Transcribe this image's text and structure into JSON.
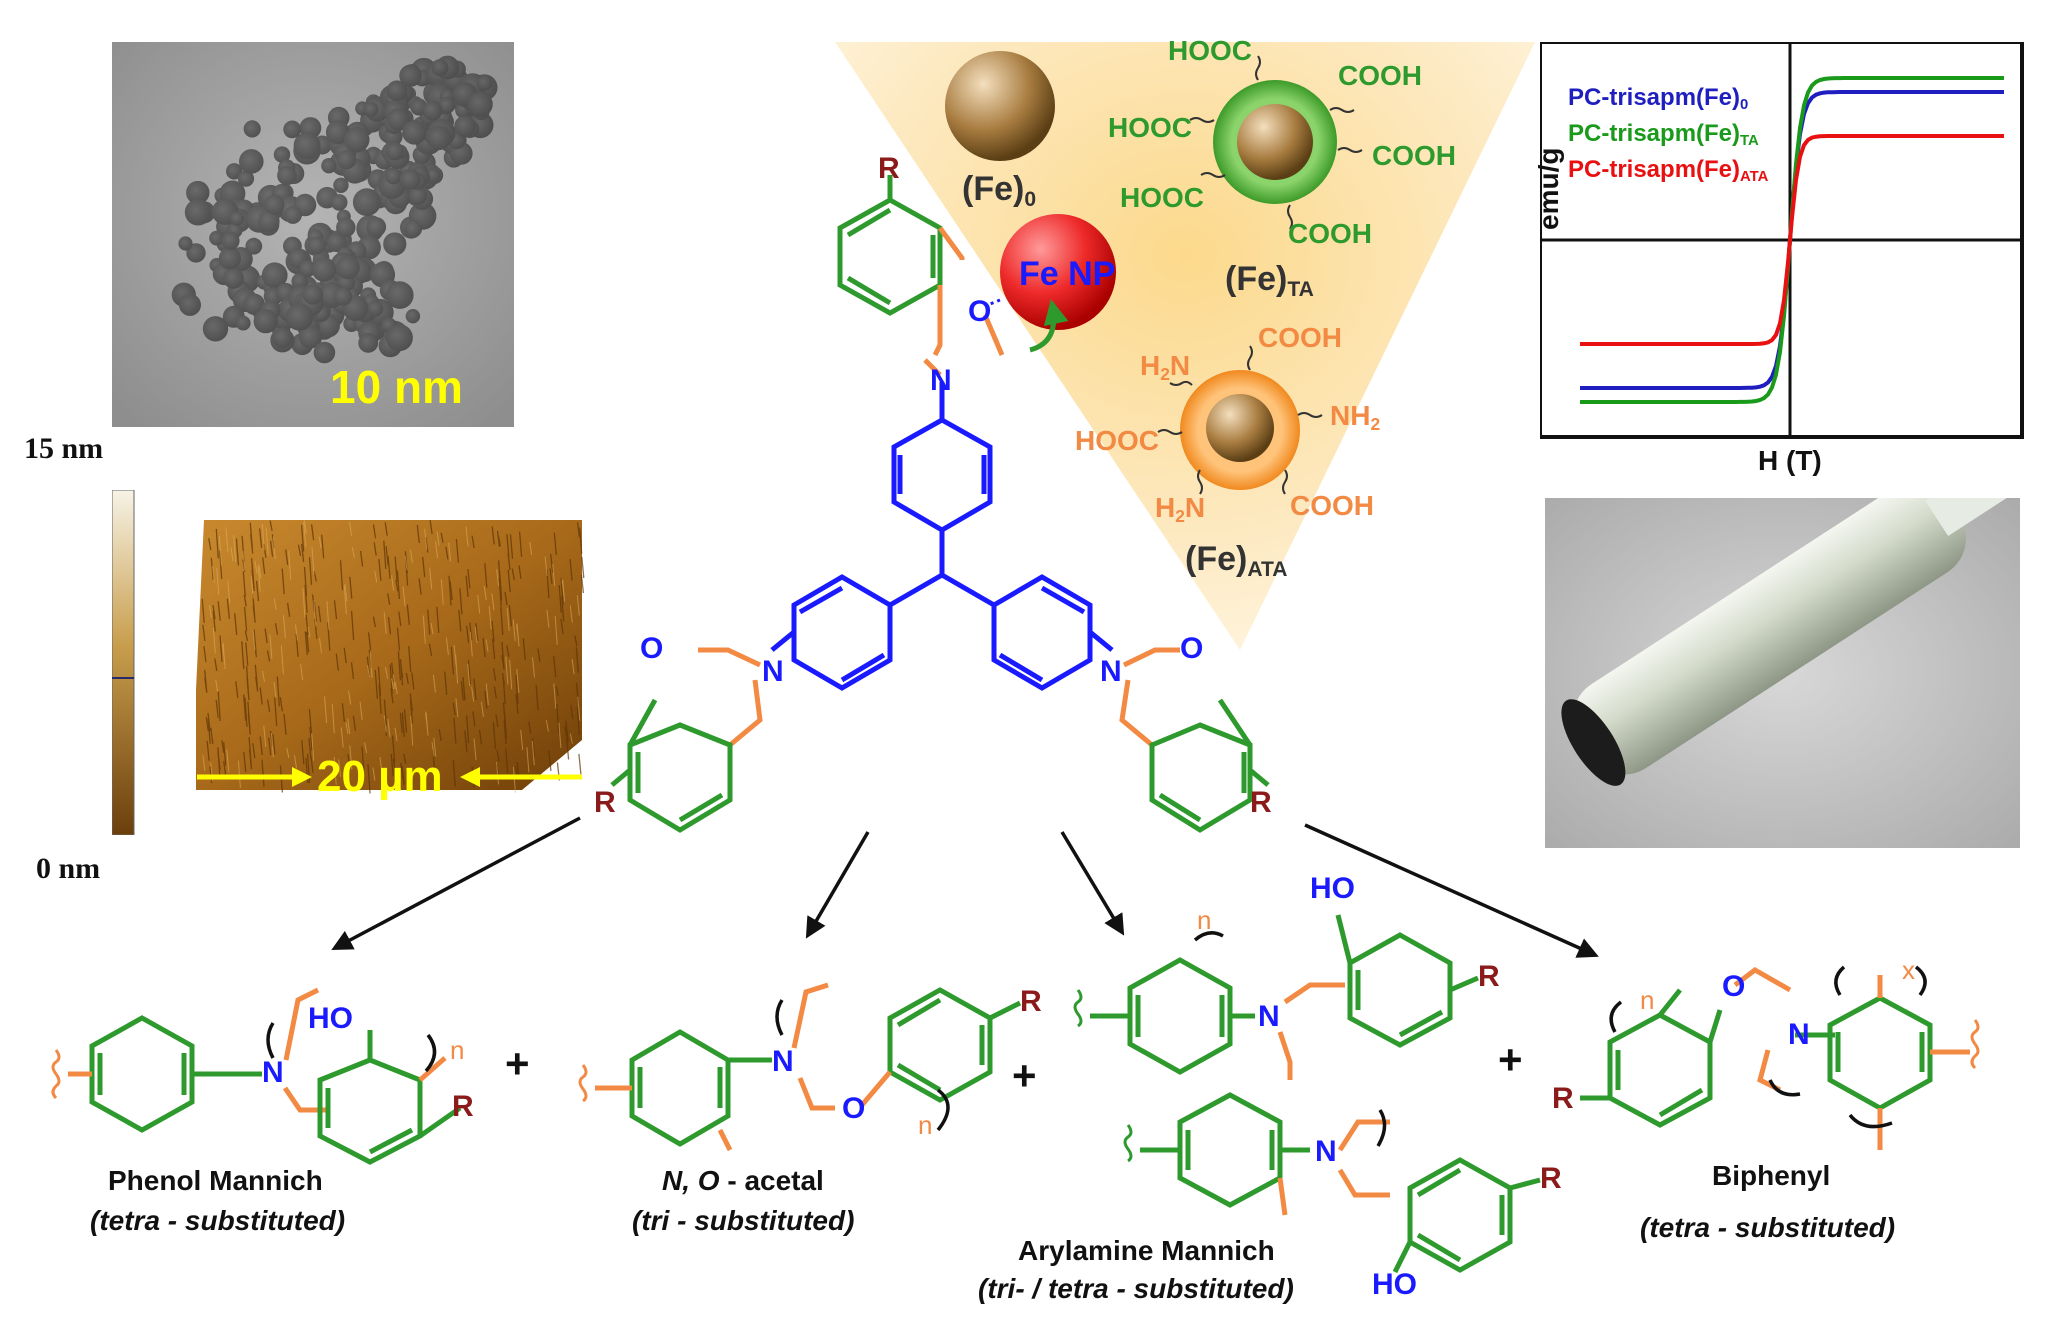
{
  "tem": {
    "scale": "10 nm",
    "scale_color": "#ffff00"
  },
  "afm": {
    "scale": "20 µm",
    "z_max": "15 nm",
    "z_min": "0 nm",
    "scale_color": "#ffff00"
  },
  "nanoparticles": {
    "fe0": "(Fe)",
    "fe0_sub": "0",
    "fe_np": "Fe NP",
    "fe_ta": "(Fe)",
    "fe_ta_sub": "TA",
    "fe_ata": "(Fe)",
    "fe_ata_sub": "ATA",
    "hooc": "HOOC",
    "cooh": "COOH",
    "h2n": "H2N",
    "nh2": "NH2"
  },
  "molecule": {
    "r": "R",
    "o": "O",
    "n": "N",
    "ho": "HO",
    "n_rep": "n",
    "x_rep": "x",
    "plus": "+"
  },
  "magnet_plot": {
    "xlabel": "H (T)",
    "ylabel": "emu/g",
    "legend": [
      {
        "name": "PC-trisapm(Fe)",
        "sub": "0",
        "color": "#1f1fbf"
      },
      {
        "name": "PC-trisapm(Fe)",
        "sub": "TA",
        "color": "#1a9a1a"
      },
      {
        "name": "PC-trisapm(Fe)",
        "sub": "ATA",
        "color": "#e81010"
      }
    ]
  },
  "products": [
    {
      "name": "Phenol Mannich",
      "subst": "(tetra - substituted)"
    },
    {
      "name": "N, O - acetal",
      "subst": "(tri - substituted)"
    },
    {
      "name": "Arylamine Mannich",
      "subst": "(tri- / tetra - substituted)"
    },
    {
      "name": "Biphenyl",
      "subst": "(tetra - substituted)"
    }
  ],
  "colors": {
    "green": "#2e9a2e",
    "blue": "#1a1aff",
    "orange": "#f28a44",
    "dark_red": "#8b1a1a",
    "triangle": "#fde9c0",
    "fe_bronze": "#b08a52",
    "fe_red": "#ee2a2a"
  }
}
